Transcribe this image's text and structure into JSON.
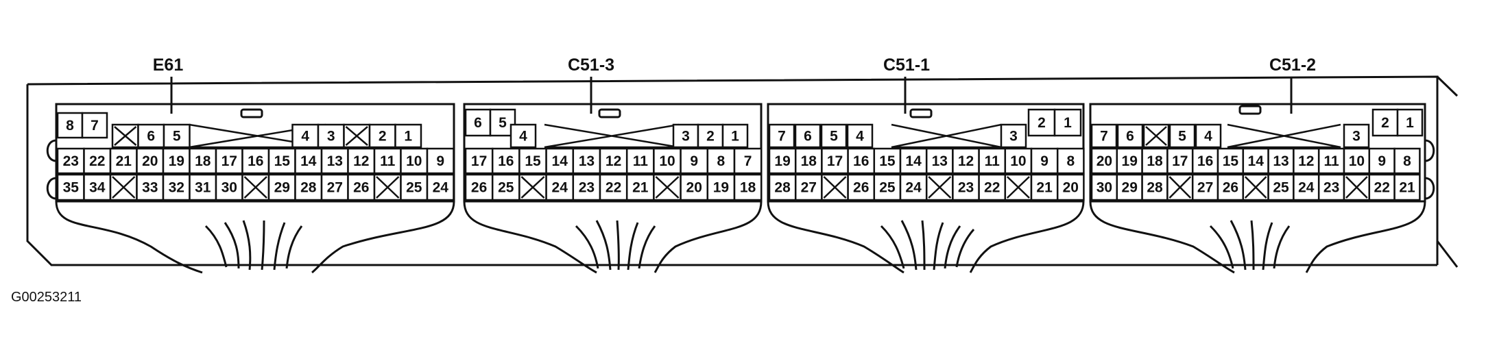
{
  "figure_id": "G00253211",
  "connectors": [
    {
      "id": "E61",
      "rows": [
        [
          "8",
          "7"
        ],
        [
          "X",
          "6",
          "5",
          "",
          "",
          "",
          "",
          "4",
          "3",
          "X",
          "2",
          "1"
        ],
        [
          "23",
          "22",
          "21",
          "20",
          "19",
          "18",
          "17",
          "16",
          "15",
          "14",
          "13",
          "12",
          "11",
          "10",
          "9"
        ],
        [
          "35",
          "34",
          "X",
          "33",
          "32",
          "31",
          "30",
          "X",
          "29",
          "28",
          "27",
          "26",
          "X",
          "25",
          "24"
        ]
      ]
    },
    {
      "id": "C51-3",
      "rows": [
        [
          "6",
          "5"
        ],
        [
          "4",
          "",
          "",
          "",
          "",
          "3",
          "2",
          "1"
        ],
        [
          "17",
          "16",
          "15",
          "14",
          "13",
          "12",
          "11",
          "10",
          "9",
          "8",
          "7"
        ],
        [
          "26",
          "25",
          "X",
          "24",
          "23",
          "22",
          "21",
          "X",
          "20",
          "19",
          "18"
        ]
      ]
    },
    {
      "id": "C51-1",
      "rows": [
        [
          "2",
          "1"
        ],
        [
          "7",
          "6",
          "5",
          "4",
          "",
          "",
          "",
          "",
          "",
          "3"
        ],
        [
          "19",
          "18",
          "17",
          "16",
          "15",
          "14",
          "13",
          "12",
          "11",
          "10",
          "9",
          "8"
        ],
        [
          "28",
          "27",
          "X",
          "26",
          "25",
          "24",
          "X",
          "23",
          "22",
          "X",
          "21",
          "20"
        ]
      ]
    },
    {
      "id": "C51-2",
      "rows": [
        [
          "2",
          "1"
        ],
        [
          "7",
          "6",
          "X",
          "5",
          "4",
          "",
          "",
          "",
          "",
          "",
          "3"
        ],
        [
          "20",
          "19",
          "18",
          "17",
          "16",
          "15",
          "14",
          "13",
          "12",
          "11",
          "10",
          "9",
          "8"
        ],
        [
          "30",
          "29",
          "28",
          "X",
          "27",
          "26",
          "X",
          "25",
          "24",
          "23",
          "X",
          "22",
          "21"
        ]
      ]
    }
  ]
}
